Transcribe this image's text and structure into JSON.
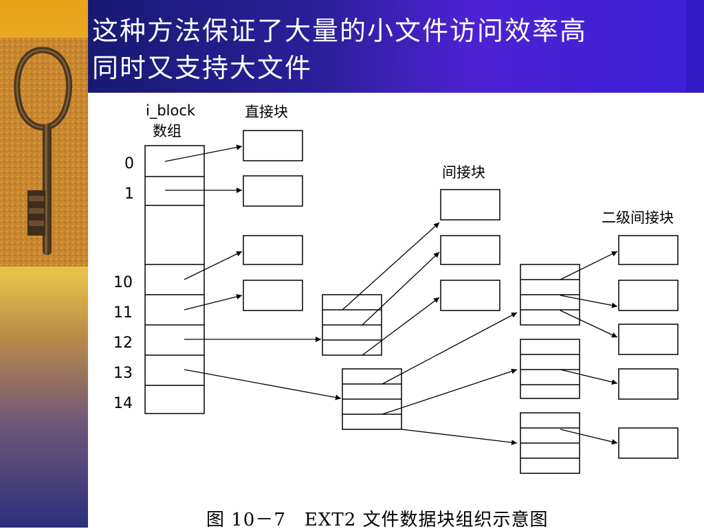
{
  "slide": {
    "title_line1": "这种方法保证了大量的小文件访问效率高",
    "title_line2": "同时又支持大文件",
    "caption": "图 10－7　EXT2 文件数据块组织示意图"
  },
  "diagram": {
    "array_label_1": "i_block",
    "array_label_2": "数组",
    "direct_blocks_label": "直接块",
    "indirect_blocks_label": "间接块",
    "double_indirect_label": "二级间接块",
    "index_0": "0",
    "index_1": "1",
    "index_10": "10",
    "index_11": "11",
    "index_12": "12",
    "index_13": "13",
    "index_14": "14"
  },
  "colors": {
    "header_bg": "#2c1f9b",
    "title_text": "#ffffff",
    "sidebar_top": "#e9a319",
    "sidebar_bottom": "#2c2f7d"
  },
  "icons": {
    "sidebar_image": "skeleton-key-photo"
  }
}
